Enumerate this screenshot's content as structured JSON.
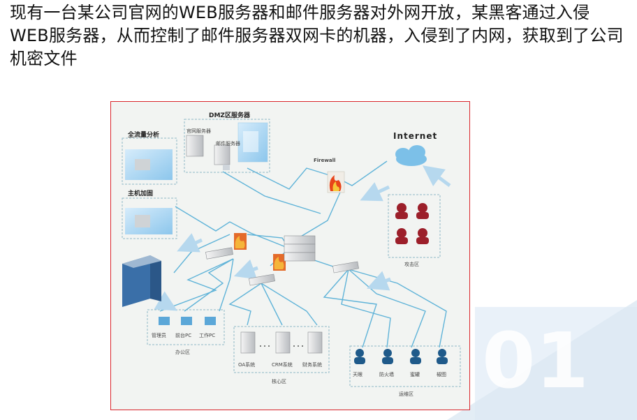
{
  "heading": "现有一台某公司官网的WEB服务器和邮件服务器对外网开放，某黑客通过入侵WEB服务器，从而控制了邮件服务器双网卡的机器，入侵到了内网，获取到了公司机密文件",
  "zones": {
    "dmz": "DMZ区服务器",
    "web_server": "官网服务器",
    "mail_server": "邮件服务器",
    "traffic_analysis": "全流量分析",
    "host_hardening": "主机加固",
    "internet": "Internet",
    "firewall": "Firewall",
    "attack_zone": "攻击区",
    "office_zone": "办公区",
    "core_zone": "核心区",
    "ops_zone": "运维区"
  },
  "office_pcs": [
    "管理员",
    "前台PC",
    "工作PC"
  ],
  "core_systems": [
    "OA系统",
    "CRM系统",
    "财务系统"
  ],
  "ops_staff": [
    "天眼",
    "防火墙",
    "蜜罐",
    "椒图"
  ],
  "watermark": "01",
  "colors": {
    "link": "#5fb3d8",
    "border": "#d9252b",
    "hacker": "#9c1f2a",
    "ops": "#1f5a8a",
    "watermark": "#dce8f3"
  }
}
